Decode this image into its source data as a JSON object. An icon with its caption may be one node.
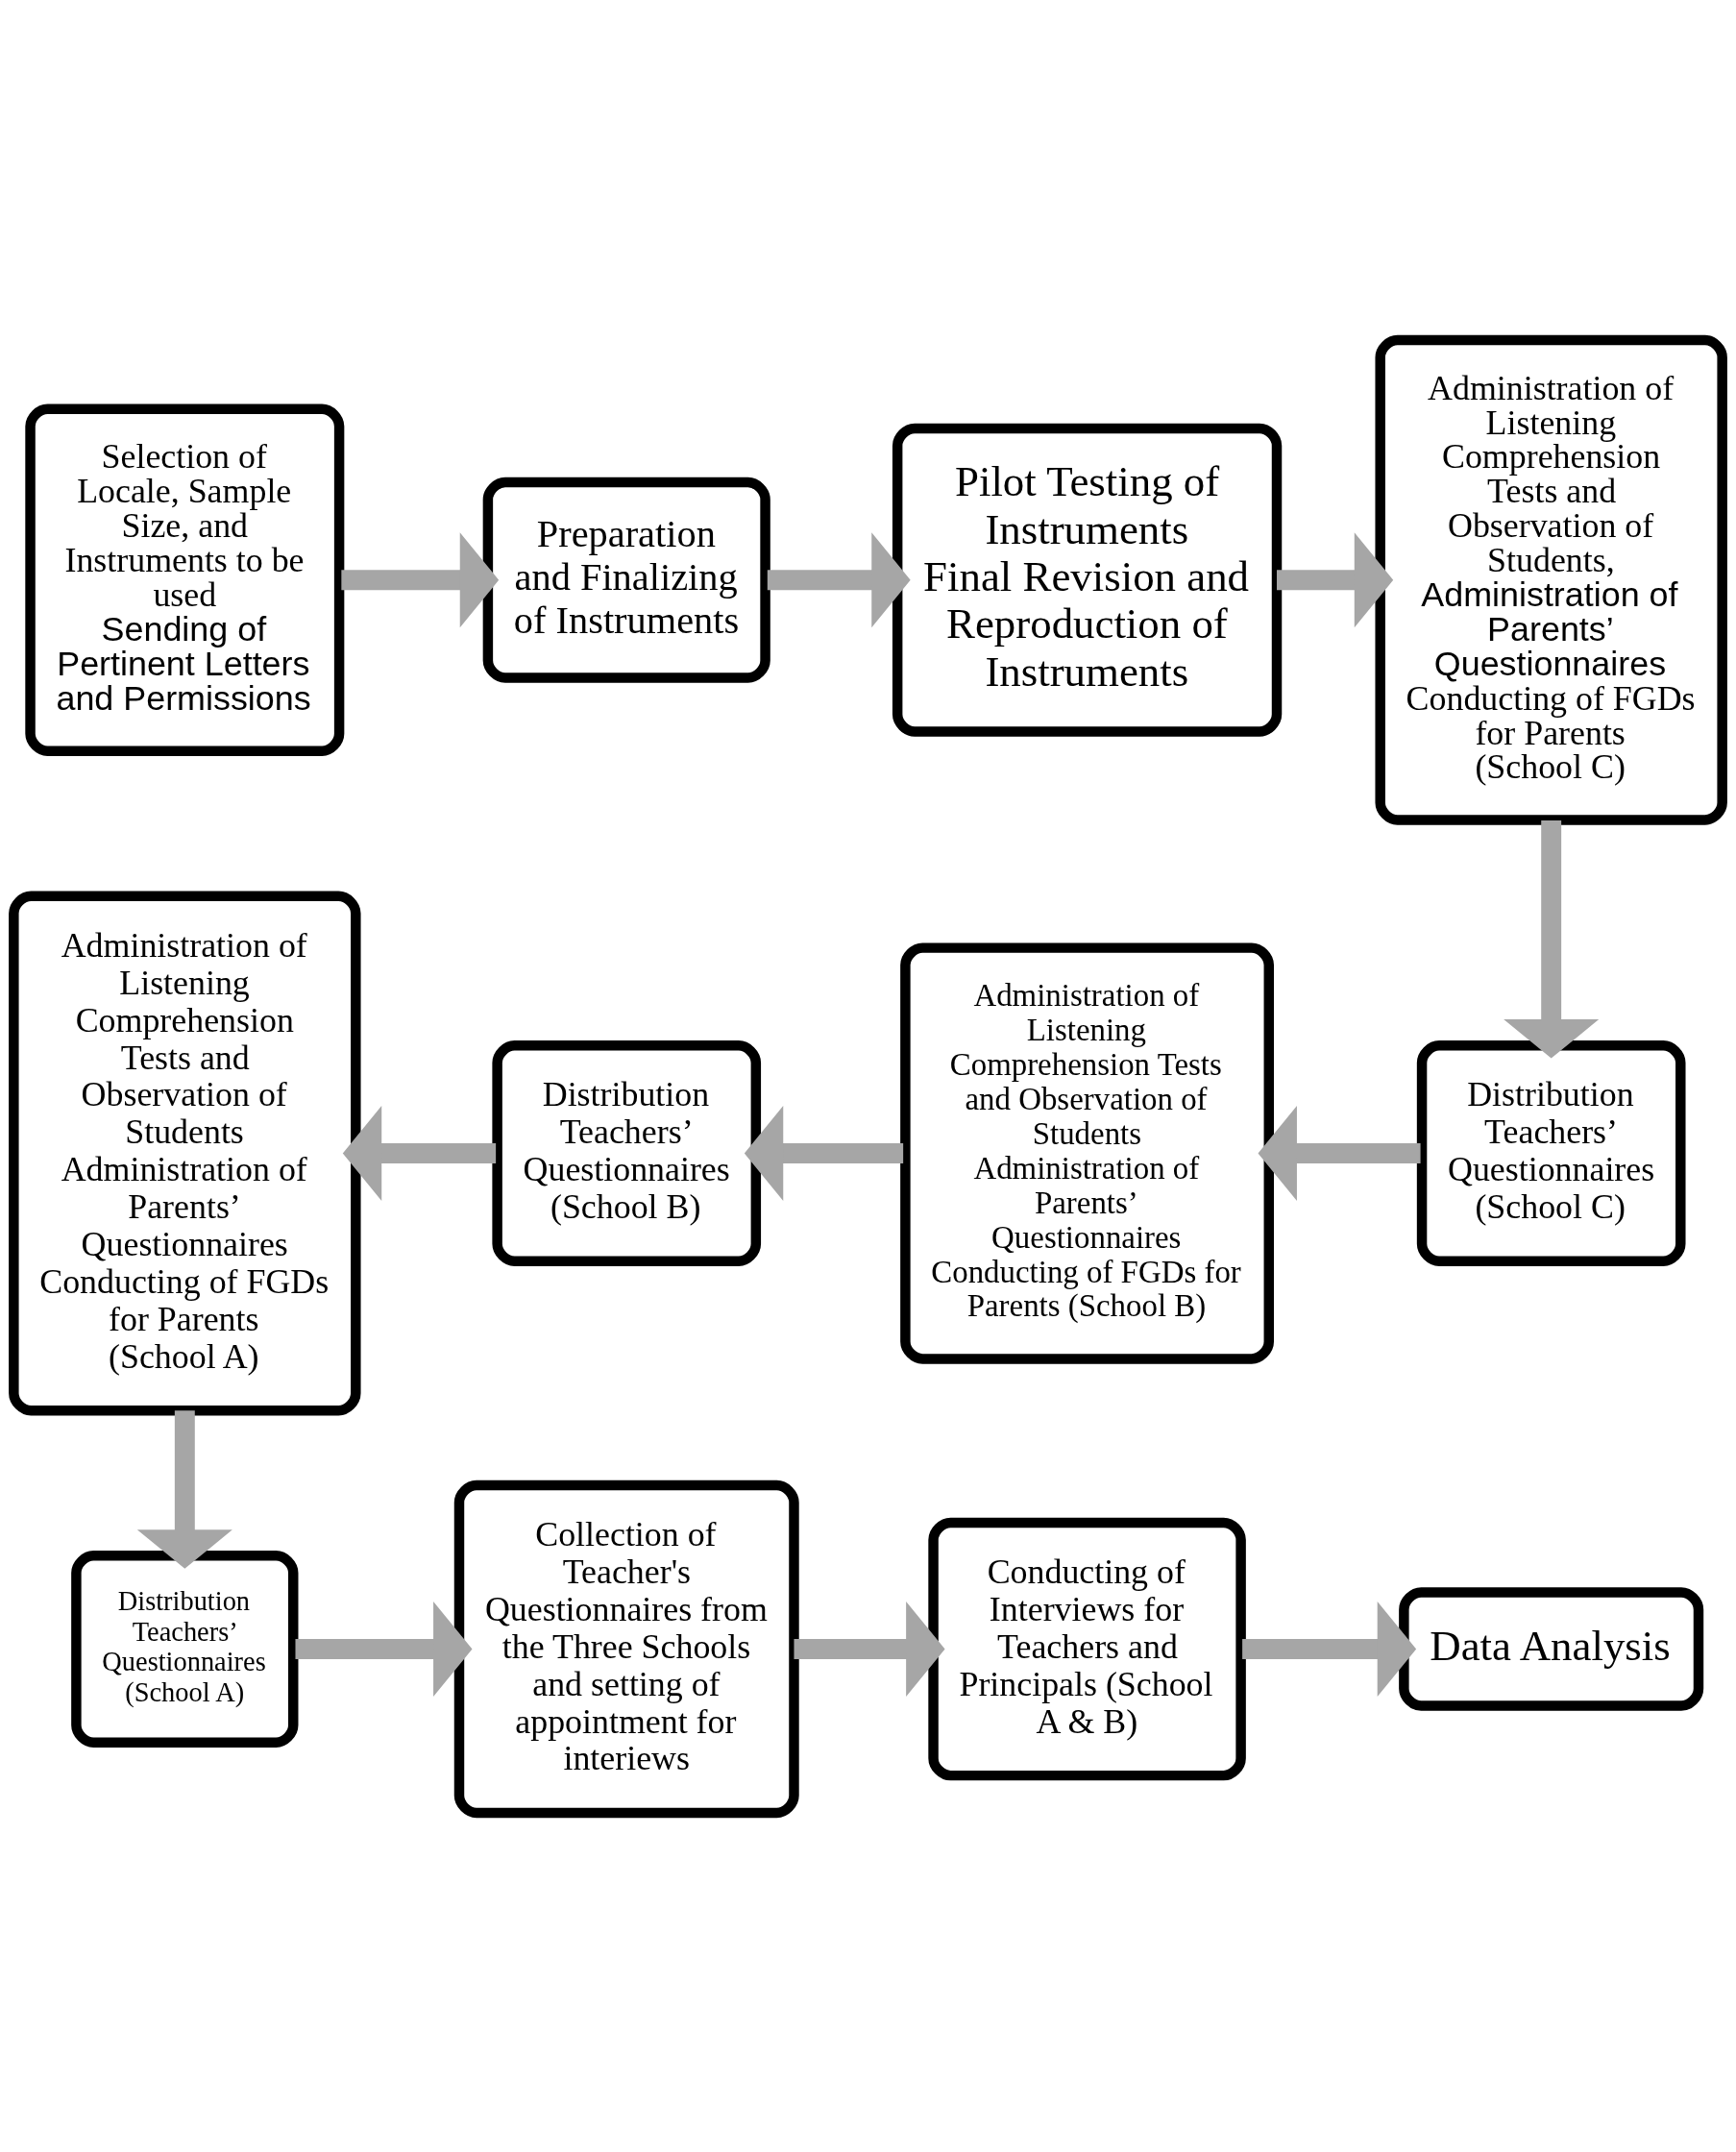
{
  "diagram": {
    "nodes": [
      {
        "text": [
          "Selection of Locale, Sample Size, and Instruments to be used",
          "Sending of Pertinent Letters and Permissions"
        ]
      },
      {
        "text": [
          "Preparation and Finalizing of Instruments"
        ]
      },
      {
        "text": [
          "Pilot Testing of Instruments",
          "Final Revision and Reproduction of Instruments"
        ]
      },
      {
        "text": [
          "Administration of Listening Comprehension Tests and Observation of Students,",
          "Administration of Parents’ Questionnaires",
          "Conducting of FGDs for Parents (School C)"
        ]
      },
      {
        "text": [
          "Distribution Teachers’ Questionnaires (School C)"
        ]
      },
      {
        "text": [
          "Administration of Listening Comprehension Tests and Observation of Students",
          "Administration of Parents’ Questionnaires",
          "Conducting of FGDs for Parents (School B)"
        ]
      },
      {
        "text": [
          "Distribution Teachers’ Questionnaires (School B)"
        ]
      },
      {
        "text": [
          "Administration of Listening Comprehension Tests and Observation of Students",
          "Administration of Parents’ Questionnaires",
          "Conducting of FGDs for Parents (School A)"
        ]
      },
      {
        "text": [
          "Distribution Teachers’ Questionnaires (School A)"
        ]
      },
      {
        "text": [
          "Collection of Teacher's Questionnaires from the Three Schools and setting of appointment for interiews"
        ]
      },
      {
        "text": [
          "Conducting of Interviews for Teachers and Principals (School A & B)"
        ]
      },
      {
        "text": [
          "Data Analysis"
        ]
      }
    ],
    "edges": [
      {
        "from": 0,
        "to": 1,
        "arrow": "to"
      },
      {
        "from": 1,
        "to": 2,
        "arrow": "to"
      },
      {
        "from": 2,
        "to": 3,
        "arrow": "to"
      },
      {
        "from": 3,
        "to": 4,
        "arrow": "to"
      },
      {
        "from": 4,
        "to": 5,
        "arrow": "to"
      },
      {
        "from": 5,
        "to": 6,
        "arrow": "to"
      },
      {
        "from": 6,
        "to": 7,
        "arrow": "to"
      },
      {
        "from": 7,
        "to": 8,
        "arrow": "to"
      },
      {
        "from": 8,
        "to": 9,
        "arrow": "to"
      },
      {
        "from": 9,
        "to": 10,
        "arrow": "to"
      },
      {
        "from": 10,
        "to": 11,
        "arrow": "to"
      }
    ]
  }
}
